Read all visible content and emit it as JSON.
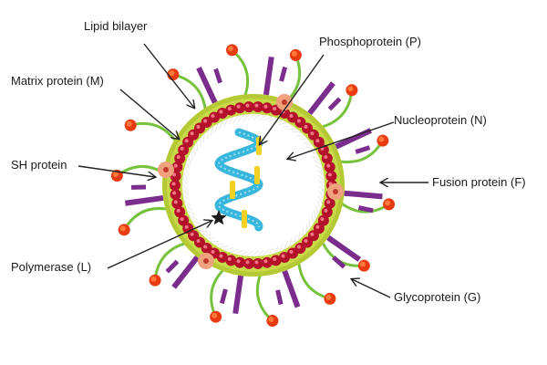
{
  "labels": {
    "lipid_bilayer": "Lipid bilayer",
    "phosphoprotein": "Phosphoprotein (P)",
    "matrix_protein": "Matrix protein (M)",
    "nucleoprotein": "Nucleoprotein (N)",
    "sh_protein": "SH protein",
    "fusion_protein": "Fusion protein (F)",
    "polymerase": "Polymerase (L)",
    "glycoprotein": "Glycoprotein (G)"
  },
  "colors": {
    "background": "#ffffff",
    "membrane_outer": "#b5c934",
    "membrane_inner": "#c8d94a",
    "matrix_bead": "#b3122a",
    "matrix_highlight": "#f27585",
    "interior": "#ffffff",
    "spike_stalk": "#77c23c",
    "spike_head": "#e83b12",
    "spike_head_core": "#ff7a3a",
    "fusion_protein": "#7b2d8e",
    "sh_protein": "#f0a27e",
    "nucleocapsid": "#39b6dc",
    "phosphoprotein": "#f2d024",
    "polymerase": "#1b1b1b",
    "arrow": "#222222"
  }
}
